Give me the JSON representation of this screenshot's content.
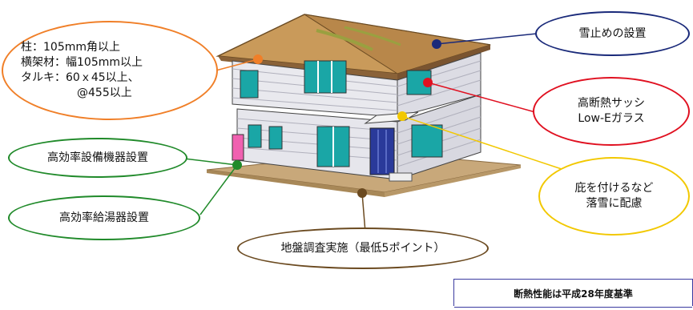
{
  "callouts": {
    "structure": {
      "line1": "柱：105mm角以上",
      "line2": "横架材：幅105mm以上",
      "line3": "タルキ：60ｘ45以上、",
      "line4": "@455以上"
    },
    "snow_stop": "雪止めの設置",
    "sash": {
      "line1": "高断熱サッシ",
      "line2": "Low-Eガラス"
    },
    "eaves": {
      "line1": "庇を付けるなど",
      "line2": "落雪に配慮"
    },
    "equipment": "高効率設備機器設置",
    "water_heater": "高効率給湯器設置",
    "ground_survey": "地盤調査実施（最低5ポイント）"
  },
  "standard_note": "断熱性能は平成28年度基準",
  "colors": {
    "structure": "#f07f28",
    "snow_stop": "#1a2a7a",
    "sash": "#e01020",
    "eaves": "#f2c800",
    "equipment": "#208a2a",
    "ground": "#6b4a20"
  }
}
